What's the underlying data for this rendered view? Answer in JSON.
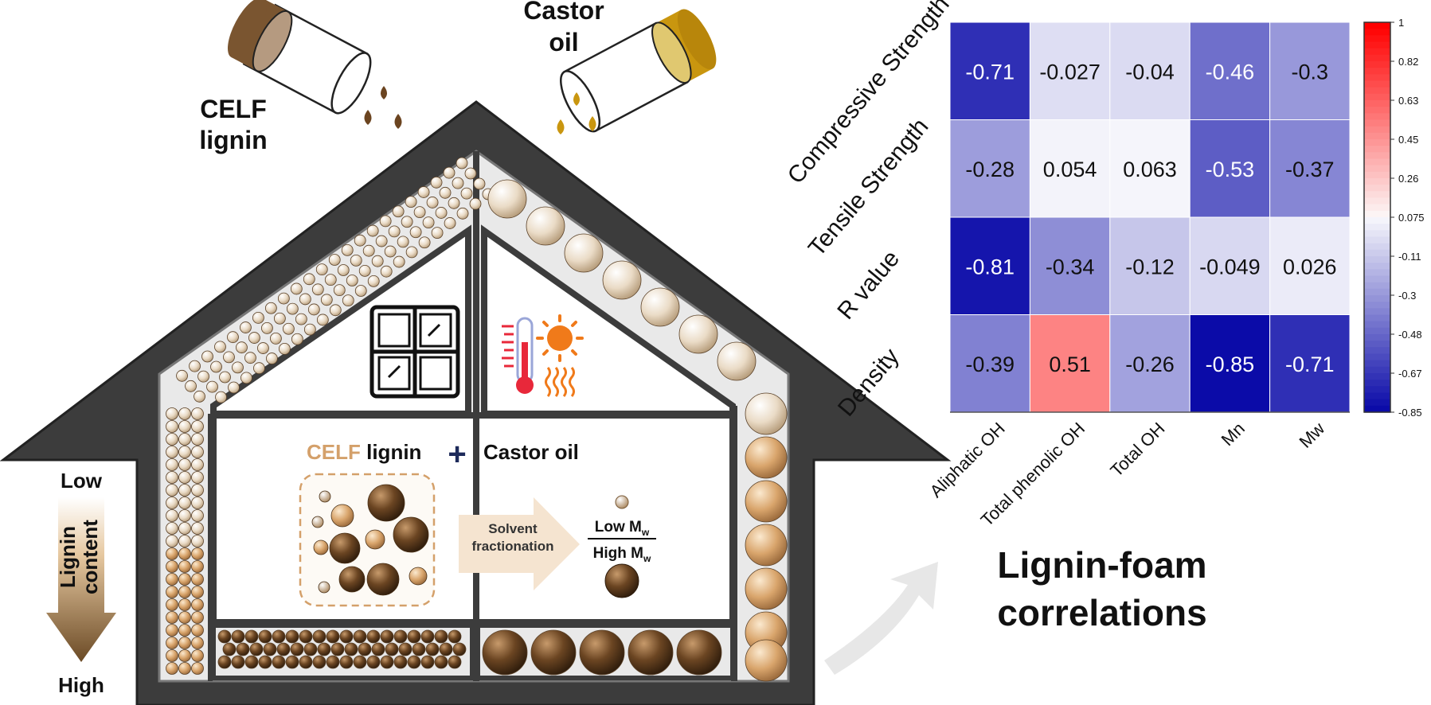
{
  "pour": {
    "lignin_label_line1": "CELF",
    "lignin_label_line2": "lignin",
    "castor_label_line1": "Castor",
    "castor_label_line2": "oil"
  },
  "gradient": {
    "top_label": "Low",
    "bottom_label": "High",
    "label_line1": "Lignin",
    "label_line2": "content"
  },
  "room": {
    "celf_word": "CELF",
    "lignin_word": " lignin",
    "plus": "+",
    "castor_oil": "Castor oil",
    "arrow_line1": "Solvent",
    "arrow_line2": "fractionation",
    "low_mw_prefix": "Low M",
    "high_mw_prefix": "High M",
    "mw_sub": "w"
  },
  "footer": {
    "title_line1": "Lignin-foam",
    "title_line2": "correlations"
  },
  "colors": {
    "house_frame": "#3a3a3a",
    "lignin_brown": "#6b4a25",
    "castor_gold": "#b8860b",
    "celf_tan": "#d4a06a",
    "heatmap_low": "#0b0ba8",
    "heatmap_high": "#ff0000"
  },
  "chart_data": {
    "type": "heatmap",
    "rows": [
      "Compressive Strength",
      "Tensile Strength",
      "R value",
      "Density"
    ],
    "columns": [
      "Aliphatic OH",
      "Total phenolic OH",
      "Total OH",
      "Mn",
      "Mw"
    ],
    "values": [
      [
        -0.71,
        -0.027,
        -0.04,
        -0.46,
        -0.3
      ],
      [
        -0.28,
        0.054,
        0.063,
        -0.53,
        -0.37
      ],
      [
        -0.81,
        -0.34,
        -0.12,
        -0.049,
        0.026
      ],
      [
        -0.39,
        0.51,
        -0.26,
        -0.85,
        -0.71
      ]
    ],
    "value_labels": [
      [
        "-0.71",
        "-0.027",
        "-0.04",
        "-0.46",
        "-0.3"
      ],
      [
        "-0.28",
        "0.054",
        "0.063",
        "-0.53",
        "-0.37"
      ],
      [
        "-0.81",
        "-0.34",
        "-0.12",
        "-0.049",
        "0.026"
      ],
      [
        "-0.39",
        "0.51",
        "-0.26",
        "-0.85",
        "-0.71"
      ]
    ],
    "colorbar": {
      "range": [
        -0.85,
        1
      ],
      "ticks": [
        "1",
        "0.82",
        "0.63",
        "0.45",
        "0.26",
        "0.075",
        "-0.11",
        "-0.3",
        "-0.48",
        "-0.67",
        "-0.85"
      ]
    }
  }
}
